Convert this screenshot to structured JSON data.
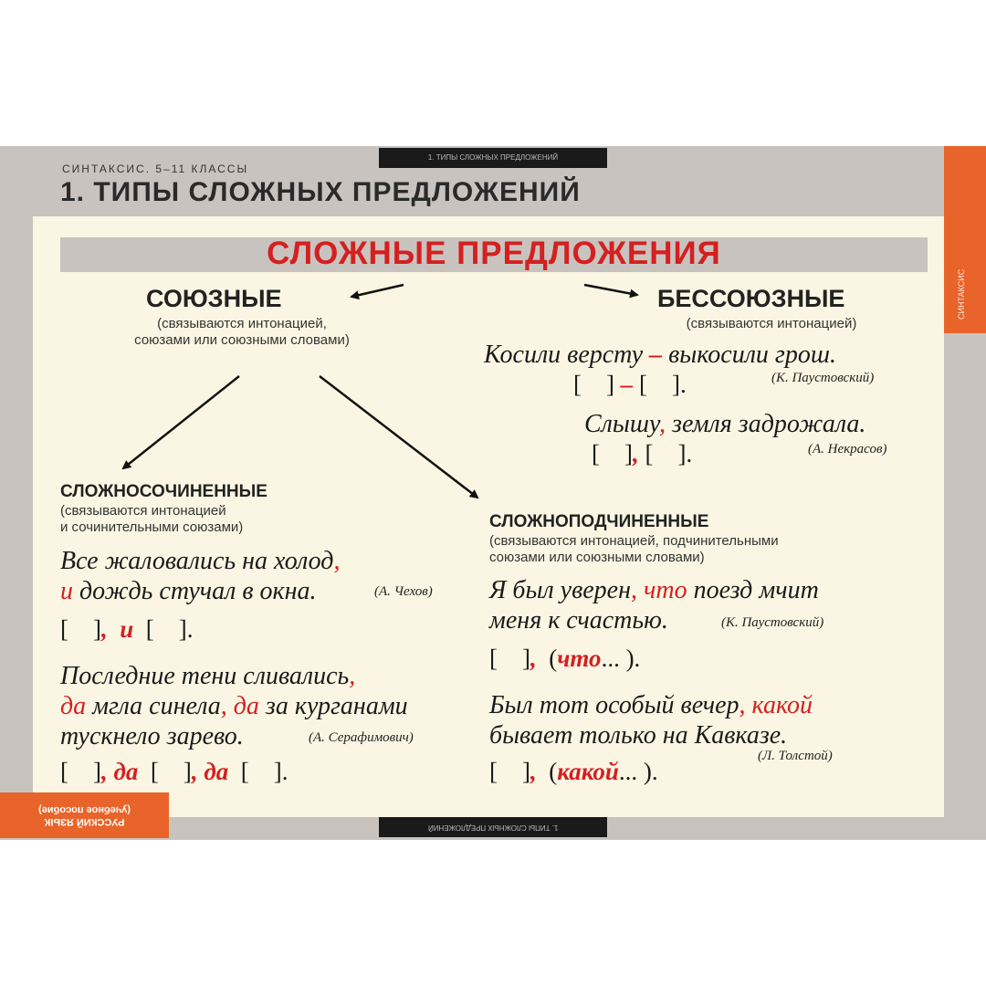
{
  "header": {
    "series": "СИНТАКСИС. 5–11 КЛАССЫ",
    "title": "1. ТИПЫ  СЛОЖНЫХ  ПРЕДЛОЖЕНИЙ",
    "topbar_text": "1. ТИПЫ СЛОЖНЫХ ПРЕДЛОЖЕНИЙ",
    "bottombar_text": "1. ТИПЫ СЛОЖНЫХ ПРЕДЛОЖЕНИЙ",
    "right_tab_text": "СИНТАКСИС",
    "left_tab_text": "РУССКИЙ  ЯЗЫК\n(учебное пособие)"
  },
  "main_heading": "СЛОЖНЫЕ  ПРЕДЛОЖЕНИЯ",
  "union": {
    "title": "СОЮЗНЫЕ",
    "note_1": "(связываются интонацией,",
    "note_2": "союзами или союзными словами)"
  },
  "nonunion": {
    "title": "БЕССОЮЗНЫЕ",
    "note": "(связываются интонацией)",
    "ex1_a": "Косили версту ",
    "ex1_dash": "–",
    "ex1_b": " выкосили грош.",
    "ex1_src": "(К. Паустовский)",
    "ex1_scheme_a": "[    ] ",
    "ex1_scheme_dash": "–",
    "ex1_scheme_b": " [    ].",
    "ex2_a": "Слышу",
    "ex2_comma": ",",
    "ex2_b": " земля задрожала.",
    "ex2_src": "(А. Некрасов)",
    "ex2_scheme_a": "[    ]",
    "ex2_scheme_comma": ",",
    "ex2_scheme_b": " [    ]."
  },
  "compound": {
    "title": "СЛОЖНОСОЧИНЕННЫЕ",
    "note_1": "(связываются интонацией",
    "note_2": "и сочинительными союзами)",
    "ex1_line1_a": "Все жаловались  на холод",
    "ex1_comma": ",",
    "ex1_i": "и",
    "ex1_line2_b": " дождь стучал в окна.",
    "ex1_src": "(А. Чехов)",
    "ex1_scheme_a": "[    ]",
    "ex1_scheme_red": ",  и",
    "ex1_scheme_b": "  [    ].",
    "ex2_line1_a": "Последние тени сливались",
    "ex2_comma1": ",",
    "ex2_da1": "да",
    "ex2_line2_b": " мгла синела",
    "ex2_comma2": ",",
    "ex2_da2": " да",
    "ex2_line2_c": " за курганами",
    "ex2_line3": "тускнело зарево.",
    "ex2_src": "(А. Серафимович)",
    "ex2_scheme_a": "[    ]",
    "ex2_scheme_red1": ", да",
    "ex2_scheme_b": "  [    ]",
    "ex2_scheme_red2": ", да",
    "ex2_scheme_c": "  [    ]."
  },
  "complex": {
    "title": "СЛОЖНОПОДЧИНЕННЫЕ",
    "note_1": "(связываются интонацией, подчинительными",
    "note_2": "союзами или союзными словами)",
    "ex1_line1_a": "Я был уверен",
    "ex1_comma": ",",
    "ex1_chto": " что",
    "ex1_line1_b": " поезд мчит",
    "ex1_line2": "меня к счастью.",
    "ex1_src": "(К. Паустовский)",
    "ex1_scheme_a": "[    ]",
    "ex1_scheme_comma": ",",
    "ex1_scheme_b": "  (",
    "ex1_scheme_word": "что",
    "ex1_scheme_c": "... ).",
    "ex2_line1_a": "Был тот особый вечер",
    "ex2_comma": ",",
    "ex2_kakoy": " какой",
    "ex2_line2": "бывает только на Кавказе.",
    "ex2_src": "(Л. Толстой)",
    "ex2_scheme_a": "[    ]",
    "ex2_scheme_comma": ",",
    "ex2_scheme_b": "  (",
    "ex2_scheme_word": "какой",
    "ex2_scheme_c": "... )."
  },
  "colors": {
    "accent_red": "#d42020",
    "orange_tab": "#e8642a",
    "panel": "#fbf6e3",
    "frame_gray": "#c9c3bf"
  }
}
